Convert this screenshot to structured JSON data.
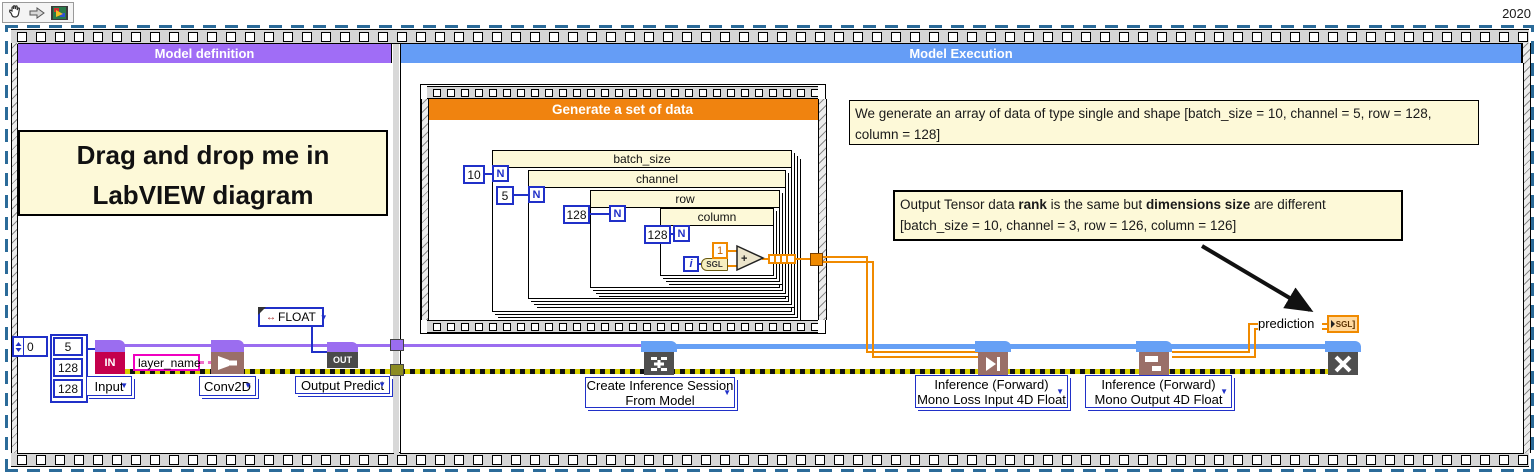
{
  "toolbar": {
    "year": "2020"
  },
  "icons": {
    "dropdown": "▼",
    "enum_arrows": "↔"
  },
  "frames": {
    "definition": "Model definition",
    "execution": "Model Execution",
    "generate": "Generate a set of data"
  },
  "comments": {
    "drag_drop": {
      "line1": "Drag and drop me in",
      "line2": "LabVIEW diagram"
    },
    "generate_info": "We generate an array of data of type single and shape [batch_size = 10, channel = 5, row = 128, column = 128]",
    "output_tensor": {
      "s0": "Output Tensor data ",
      "s1": "rank",
      "s2": " is the same but ",
      "s3": "dimensions size",
      "s4": " are different",
      "line2": "[batch_size = 10, channel = 3, row = 126, column = 126]"
    }
  },
  "model_def": {
    "index_const": "0",
    "shape_elements": [
      "5",
      "128",
      "128"
    ],
    "in_label": "IN",
    "in_selector": "Input",
    "layer_name": "layer_name",
    "conv_selector": "Conv2D",
    "float_enum": "FLOAT",
    "out_label": "OUT",
    "out_selector": "Output Predict"
  },
  "generate": {
    "loops": [
      {
        "name": "batch_size",
        "count": "10"
      },
      {
        "name": "channel",
        "count": "5"
      },
      {
        "name": "row",
        "count": "128"
      },
      {
        "name": "column",
        "count": "128"
      }
    ],
    "n": "N",
    "i": "i",
    "sgl": "SGL",
    "one": "1",
    "plus": "+"
  },
  "execution": {
    "create_session": {
      "l1": "Create Inference Session",
      "l2": "From Model"
    },
    "inference_loss": {
      "l1": "Inference (Forward)",
      "l2": "Mono Loss Input 4D Float"
    },
    "inference_output": {
      "l1": "Inference (Forward)",
      "l2": "Mono Output 4D Float"
    },
    "prediction_label": "prediction",
    "prediction_type": "SGL"
  },
  "colors": {
    "header_definition": "#a06df6",
    "header_execution": "#659df6",
    "header_generate": "#f0830f",
    "comment_bg": "#fdf9d8",
    "wire_model": "#9b6df0",
    "wire_session": "#66a0f5",
    "wire_data": "#f08a00",
    "numeric_blue": "#2030c8",
    "error_yellow": "#d8d000",
    "in_node": "#c4004c",
    "node_dark": "#4f4f4f",
    "node_brown": "#9a6f68",
    "string_pink": "#f000c0"
  }
}
